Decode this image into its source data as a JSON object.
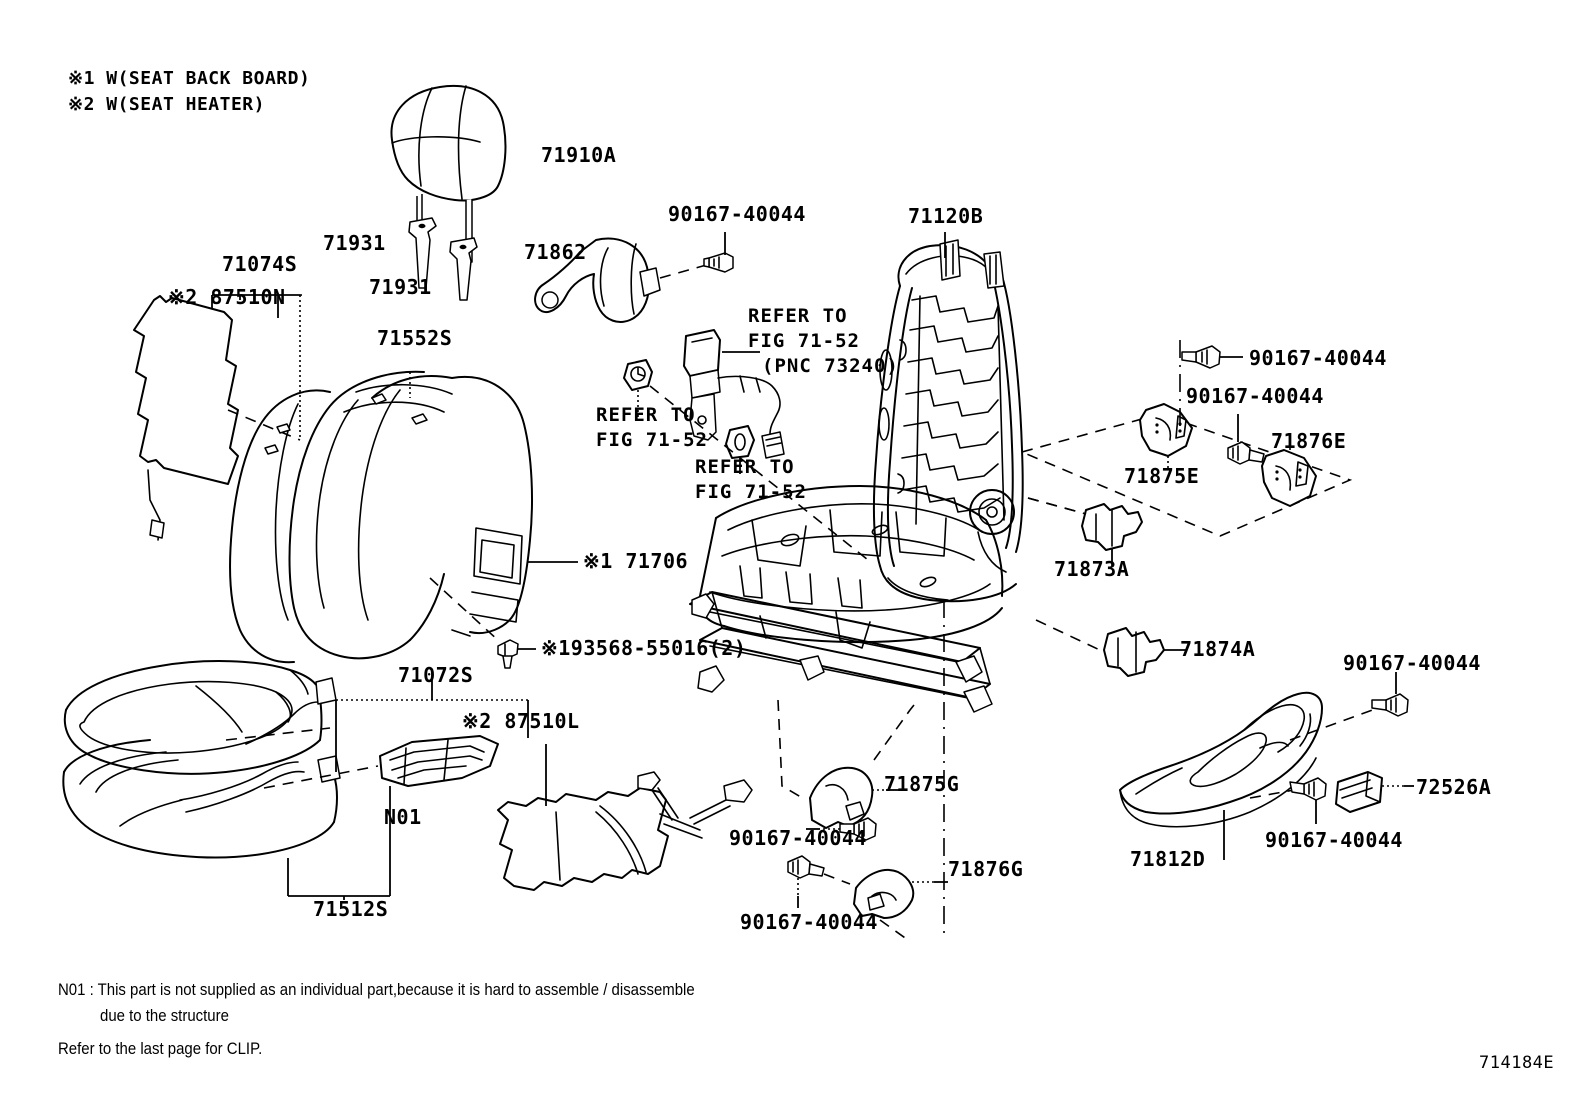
{
  "figure": {
    "id": "714184E",
    "notes_top": [
      "※1 W(SEAT BACK BOARD)",
      "※2 W(SEAT HEATER)"
    ],
    "footnotes": [
      "N01 : This part is not supplied as an individual part,because it is hard to assemble / disassemble",
      "due to the structure",
      "Refer to the last page for CLIP."
    ]
  },
  "labels": {
    "headrest": "71910A",
    "headrest_guide_1": "71931",
    "headrest_guide_2": "71931",
    "buckle_cover": "71862",
    "bolt_top_center": "90167-40044",
    "seat_back_frame": "71120B",
    "seat_back_cover": "71552S",
    "heater_bracket_group": "71074S",
    "back_heater": "※2 87510N",
    "back_board": "※1 71706",
    "screw_back_board": "※193568-55016(2)",
    "cushion_group": "71072S",
    "cushion_heater": "※2 87510L",
    "n01_marker": "N01",
    "cushion_cover": "71512S",
    "bolt_right_upper": "90167-40044",
    "bolt_right_mid": "90167-40044",
    "cover_71875e": "71875E",
    "cover_71876e": "71876E",
    "clip_71873a": "71873A",
    "clip_71874a": "71874A",
    "cover_71875g": "71875G",
    "cover_71876g": "71876G",
    "bolt_lower_center_a": "90167-40044",
    "bolt_lower_center_b": "90167-40044",
    "side_shield": "71812D",
    "cap_72526a": "72526A",
    "bolt_side_upper": "90167-40044",
    "bolt_side_lower": "90167-40044"
  },
  "refer_blocks": {
    "belt_buckle": [
      "REFER TO",
      "FIG 71-52",
      "(PNC 73240)"
    ],
    "anchor_left": [
      "REFER TO",
      "FIG 71-52"
    ],
    "anchor_lower": [
      "REFER TO",
      "FIG 71-52"
    ]
  }
}
